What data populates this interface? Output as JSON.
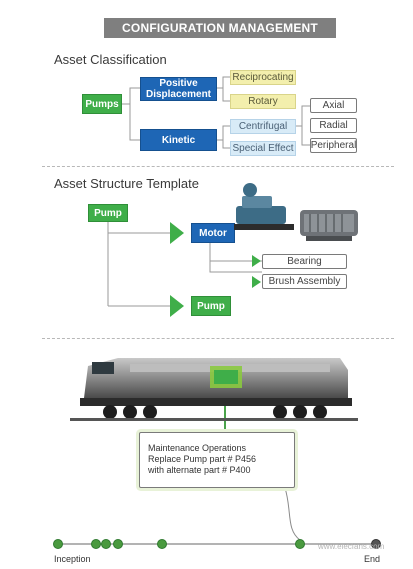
{
  "banner": "CONFIGURATION MANAGEMENT",
  "classification": {
    "title": "Asset Classification",
    "root": "Pumps",
    "positive_displacement": "Positive Displacement",
    "kinetic": "Kinetic",
    "reciprocating": "Reciprocating",
    "rotary": "Rotary",
    "centrifugal": "Centrifugal",
    "special_effect": "Special Effect",
    "axial": "Axial",
    "radial": "Radial",
    "peripheral": "Peripheral"
  },
  "structure": {
    "title": "Asset Structure Template",
    "root": "Pump",
    "motor": "Motor",
    "bearing": "Bearing",
    "brush_assembly": "Brush Assembly",
    "pump_child": "Pump"
  },
  "maintenance": {
    "line1": "Maintenance Operations",
    "line2": "Replace Pump part # P456",
    "line3": "with alternate part # P400"
  },
  "timeline": {
    "start_label": "Inception",
    "end_label": "End"
  },
  "watermark": "www.elecfans.com",
  "colors": {
    "green": "#3fae49",
    "blue": "#1e66b5",
    "yellow": "#f3efad",
    "light_blue": "#d8ebf7",
    "banner_gray": "#7f7f7f"
  }
}
